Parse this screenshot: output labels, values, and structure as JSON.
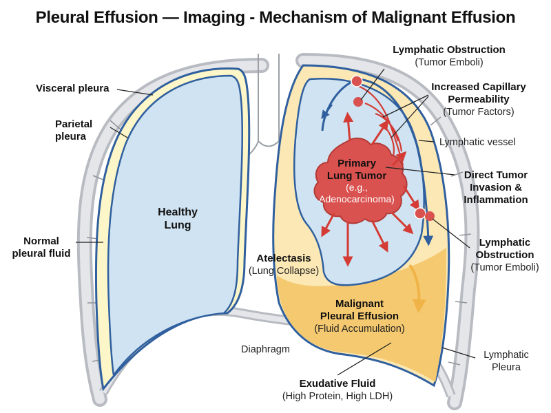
{
  "title": "Pleural Effusion — Imaging - Mechanism of Malignant Effusion",
  "labels": {
    "visceral_pleura": "Visceral pleura",
    "parietal_pleura_1": "Parietal",
    "parietal_pleura_2": "pleura",
    "normal_fluid_1": "Normal",
    "normal_fluid_2": "pleural fluid",
    "healthy_lung_1": "Healthy",
    "healthy_lung_2": "Lung",
    "lymph_obs_top_1": "Lymphatic Obstruction",
    "lymph_obs_top_2": "(Tumor Emboli)",
    "cap_perm_1": "Increased Capillary",
    "cap_perm_2": "Permeability",
    "cap_perm_3": "(Tumor Factors)",
    "lymphatic_vessel": "Lymphatic vessel",
    "tumor_1": "Primary",
    "tumor_2": "Lung Tumor",
    "tumor_3": "(e.g.,",
    "tumor_4": "Adenocarcinoma)",
    "direct_inv_1": "Direct Tumor",
    "direct_inv_2": "Invasion &",
    "direct_inv_3": "Inflammation",
    "lymph_obs_right_1": "Lymphatic",
    "lymph_obs_right_2": "Obstruction",
    "lymph_obs_right_3": "(Tumor Emboli)",
    "atelectasis_1": "Atelectasis",
    "atelectasis_2": "(Lung Collapse)",
    "malignant_1": "Malignant",
    "malignant_2": "Pleural Effusion",
    "malignant_3": "(Fluid Accumulation)",
    "diaphragm": "Diaphragm",
    "lymph_pleura_1": "Lymphatic",
    "lymph_pleura_2": "Pleura",
    "exudative_1": "Exudative Fluid",
    "exudative_2": "(High Protein, High LDH)"
  },
  "colors": {
    "lung_fill": "#cfe3f2",
    "pleura_blue": "#2f5f9e",
    "effusion": "#f5c96f",
    "effusion_light": "#fbe8b4",
    "rib_gray": "#b8bcc2",
    "tumor_red": "#d9524f",
    "arrow_red": "#d33b34",
    "pleural_fluid": "#fdf6c8"
  }
}
